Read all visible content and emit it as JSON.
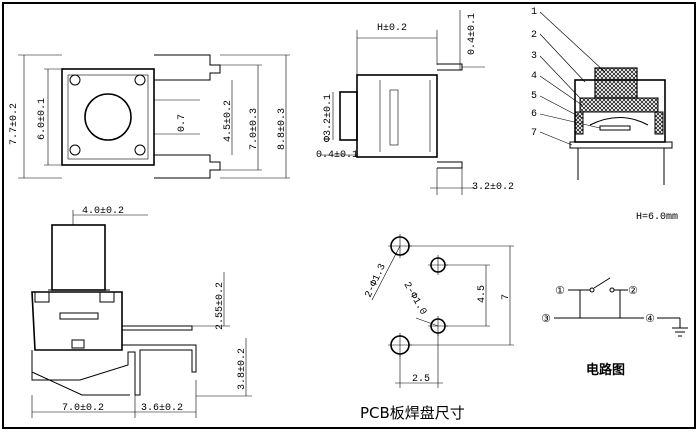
{
  "top_left_view": {
    "dim_left": "7.7±0.2",
    "dim_height": "6.0±0.1",
    "dim_pin_gap": "0.7",
    "dim_pin_a": "4.5±0.2",
    "dim_pin_b": "7.0±0.3",
    "dim_right": "8.8±0.3"
  },
  "side_view": {
    "dim_top": "H±0.2",
    "dim_top_right": "0.4±0.1",
    "dim_dia": "Φ3.2±0.1",
    "dim_left_bottom": "0.4±0.1",
    "dim_bottom": "3.2±0.2"
  },
  "section_view": {
    "callouts": [
      "1",
      "2",
      "3",
      "4",
      "5",
      "6",
      "7"
    ],
    "note": "H=6.0mm"
  },
  "front_view": {
    "dim_top": "4.0±0.2",
    "dim_right_a": "2.55±0.2",
    "dim_right_b": "3.8±0.2",
    "dim_bottom_a": "7.0±0.2",
    "dim_bottom_b": "3.6±0.2"
  },
  "pcb_layout": {
    "dim_hole_a": "2-Φ1.3",
    "dim_hole_b": "2-Φ1.0",
    "dim_vert_a": "4.5",
    "dim_vert_b": "7",
    "dim_horiz": "2.5",
    "title": "PCB板焊盘尺寸"
  },
  "circuit": {
    "pins": [
      "①",
      "②",
      "③",
      "④"
    ],
    "title": "电路图"
  }
}
